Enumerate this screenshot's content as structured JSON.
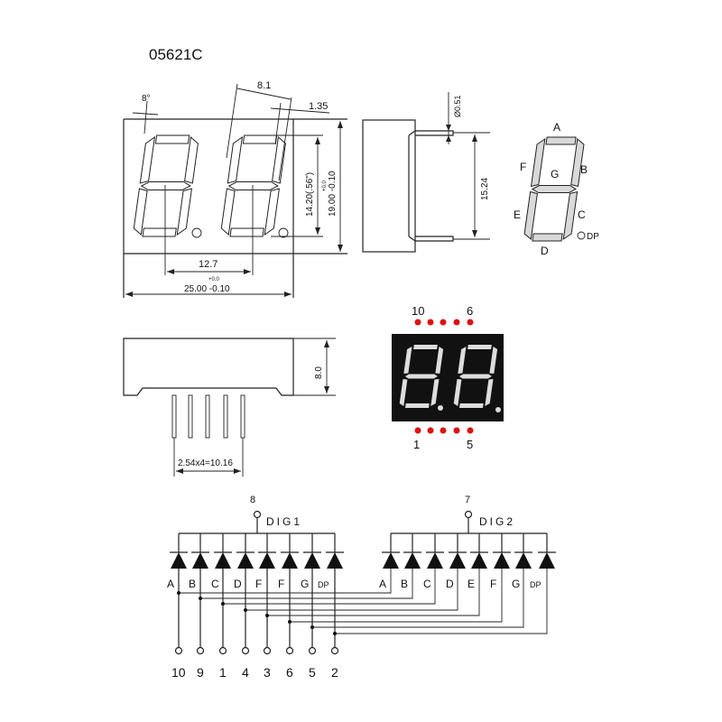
{
  "title": "05621C",
  "front_view": {
    "angle_label": "8°",
    "digit_width_label": "8.1",
    "slant_offset_label": "1.35",
    "digit_height_label": "14.20(.56\")",
    "height_tol": "+0.0",
    "height_label": "19.00 -0.10",
    "pitch_label": "12.7",
    "width_tol": "+0.0",
    "width_label": "25.00 -0.10"
  },
  "side_view": {
    "pin_dia_label": "Ø0.51",
    "pin_row_label": "15.24"
  },
  "bottom_view": {
    "depth_label": "8.0",
    "pin_pitch_label": "2.54x4=10.16"
  },
  "segment_map": {
    "labels": [
      "A",
      "B",
      "C",
      "D",
      "E",
      "F",
      "G"
    ],
    "dp_label": "DP"
  },
  "photo": {
    "top_left_pin": "10",
    "top_right_pin": "6",
    "bottom_left_pin": "1",
    "bottom_right_pin": "5",
    "body_color": "#111111",
    "dot_color": "#dd1111"
  },
  "schematic": {
    "dig1": {
      "label": "DIG1",
      "pin": "8",
      "segments": [
        "A",
        "B",
        "C",
        "D",
        "F",
        "F",
        "G",
        "DP"
      ]
    },
    "dig2": {
      "label": "DIG2",
      "pin": "7",
      "segments": [
        "A",
        "B",
        "C",
        "D",
        "E",
        "F",
        "G",
        "DP"
      ]
    },
    "pins": [
      "10",
      "9",
      "1",
      "4",
      "3",
      "6",
      "5",
      "2"
    ]
  }
}
